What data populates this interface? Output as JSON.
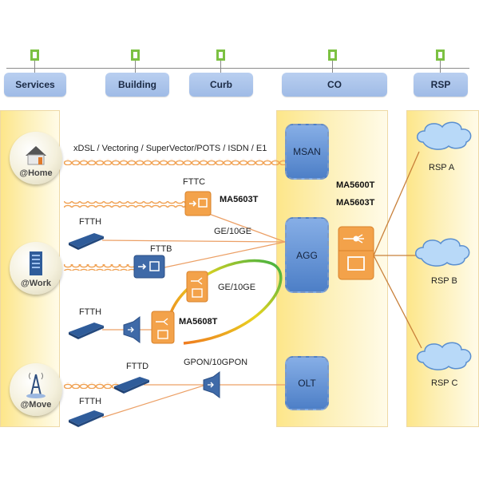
{
  "tiers": [
    {
      "label": "Services"
    },
    {
      "label": "Building"
    },
    {
      "label": "Curb"
    },
    {
      "label": "CO"
    },
    {
      "label": "RSP"
    }
  ],
  "locations": [
    {
      "label": "@Home",
      "icon": "house-icon"
    },
    {
      "label": "@Work",
      "icon": "office-building-icon"
    },
    {
      "label": "@Move",
      "icon": "cell-tower-icon"
    }
  ],
  "co_nodes": [
    {
      "label": "MSAN"
    },
    {
      "label": "AGG"
    },
    {
      "label": "OLT"
    }
  ],
  "rsp_clouds": [
    {
      "label": "RSP A"
    },
    {
      "label": "RSP B"
    },
    {
      "label": "RSP C"
    }
  ],
  "links": {
    "xdsl": "xDSL / Vectoring / SuperVector/POTS / ISDN / E1",
    "ge_top": "GE/10GE",
    "ge_ring": "GE/10GE",
    "gpon": "GPON/10GPON"
  },
  "access_labels": {
    "fttc": "FTTC",
    "ftth_1": "FTTH",
    "fttb": "FTTB",
    "ftth_2": "FTTH",
    "fttd": "FTTD",
    "ftth_3": "FTTH"
  },
  "devices": {
    "fttc_model": "MA5603T",
    "ring_model": "MA5608T",
    "co_model_1": "MA5600T",
    "co_model_2": "MA5603T"
  },
  "colors": {
    "copper": "#f0a050",
    "fiber": "#e8a060",
    "tier_fill": "#a9c4ec",
    "marker": "#7cc142",
    "device_orange": "#f3a24a",
    "device_blue": "#3f6aa8",
    "zone": "#fde68a"
  }
}
